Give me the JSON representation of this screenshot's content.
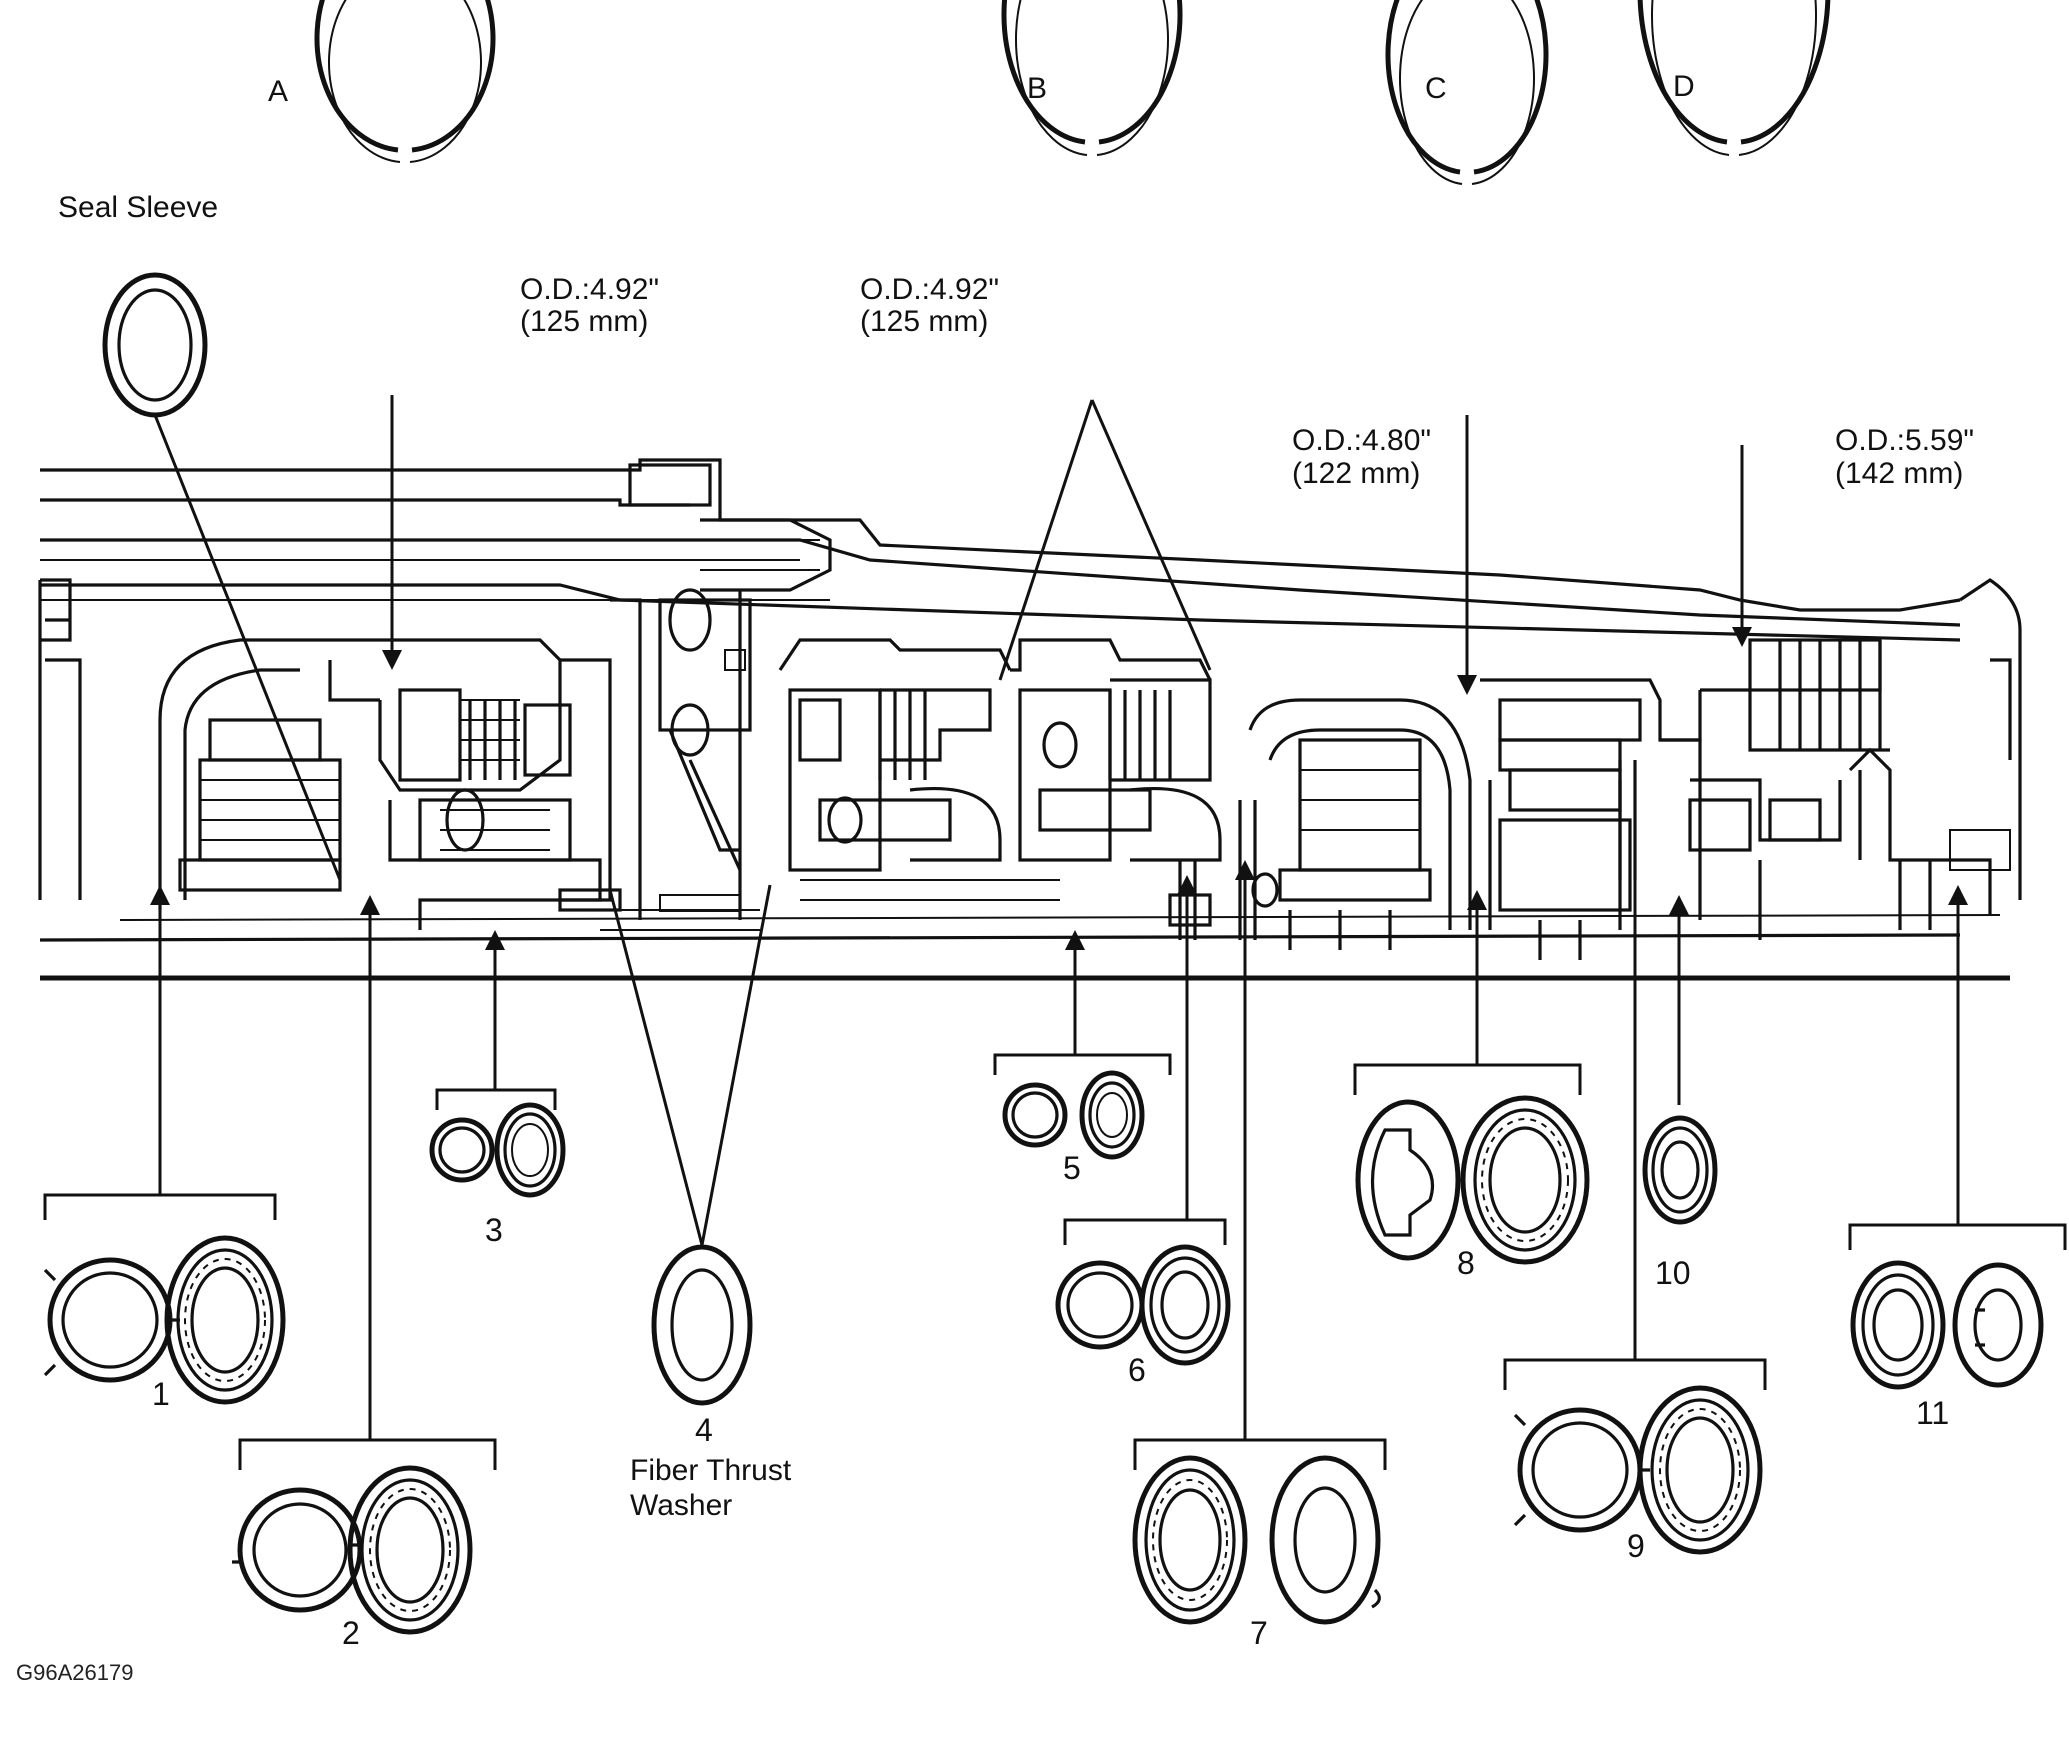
{
  "ring_labels": {
    "a": "A",
    "b": "B",
    "c": "C",
    "d": "D"
  },
  "seal_sleeve_label": "Seal Sleeve",
  "od_labels": {
    "a": {
      "inch": "O.D.:4.92\"",
      "mm": "(125 mm)"
    },
    "b": {
      "inch": "O.D.:4.92\"",
      "mm": "(125 mm)"
    },
    "c": {
      "inch": "O.D.:4.80\"",
      "mm": "(122 mm)"
    },
    "d": {
      "inch": "O.D.:5.59\"",
      "mm": "(142 mm)"
    }
  },
  "callouts": [
    "1",
    "2",
    "3",
    "4",
    "5",
    "6",
    "7",
    "8",
    "9",
    "10",
    "11"
  ],
  "fiber_thrust_washer": {
    "line1": "Fiber Thrust",
    "line2": "Washer"
  },
  "figure_code": "G96A26179"
}
